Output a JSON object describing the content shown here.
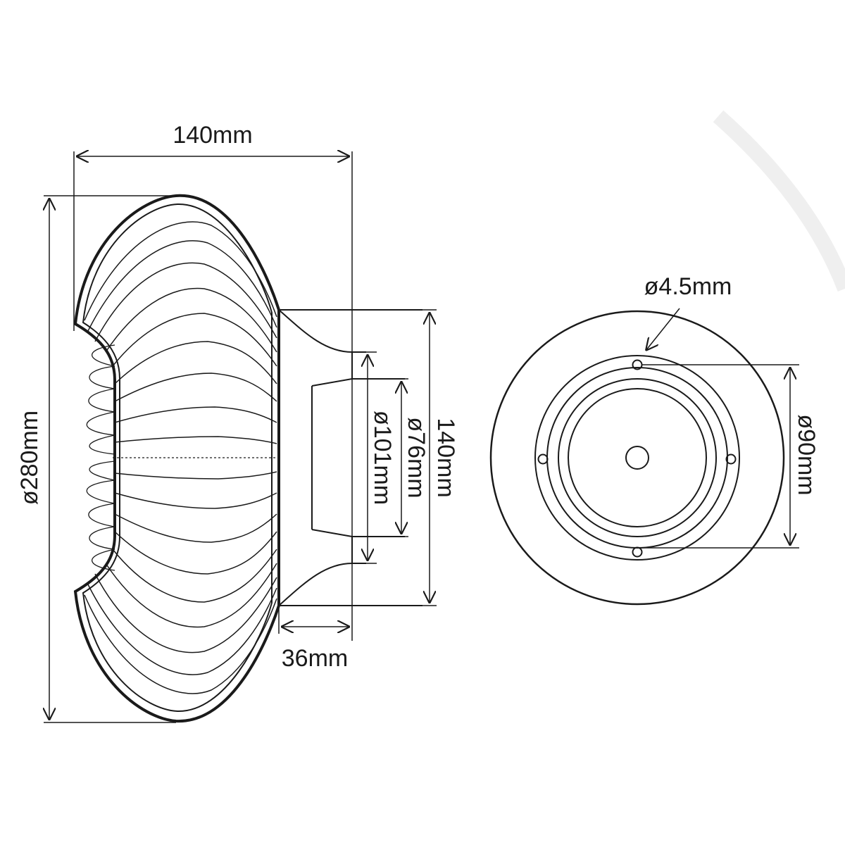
{
  "dimensions": {
    "width": "140mm",
    "height_diameter": "ø280mm",
    "base_depth": "36mm",
    "base_height": "140mm",
    "outer_ring": "ø101mm",
    "inner_ring": "ø76mm",
    "screw_hole": "ø4.5mm",
    "mount_spacing": "ø90mm"
  },
  "colors": {
    "line": "#1a1a1a",
    "background": "#ffffff",
    "watermark_arc": "#efefef"
  }
}
